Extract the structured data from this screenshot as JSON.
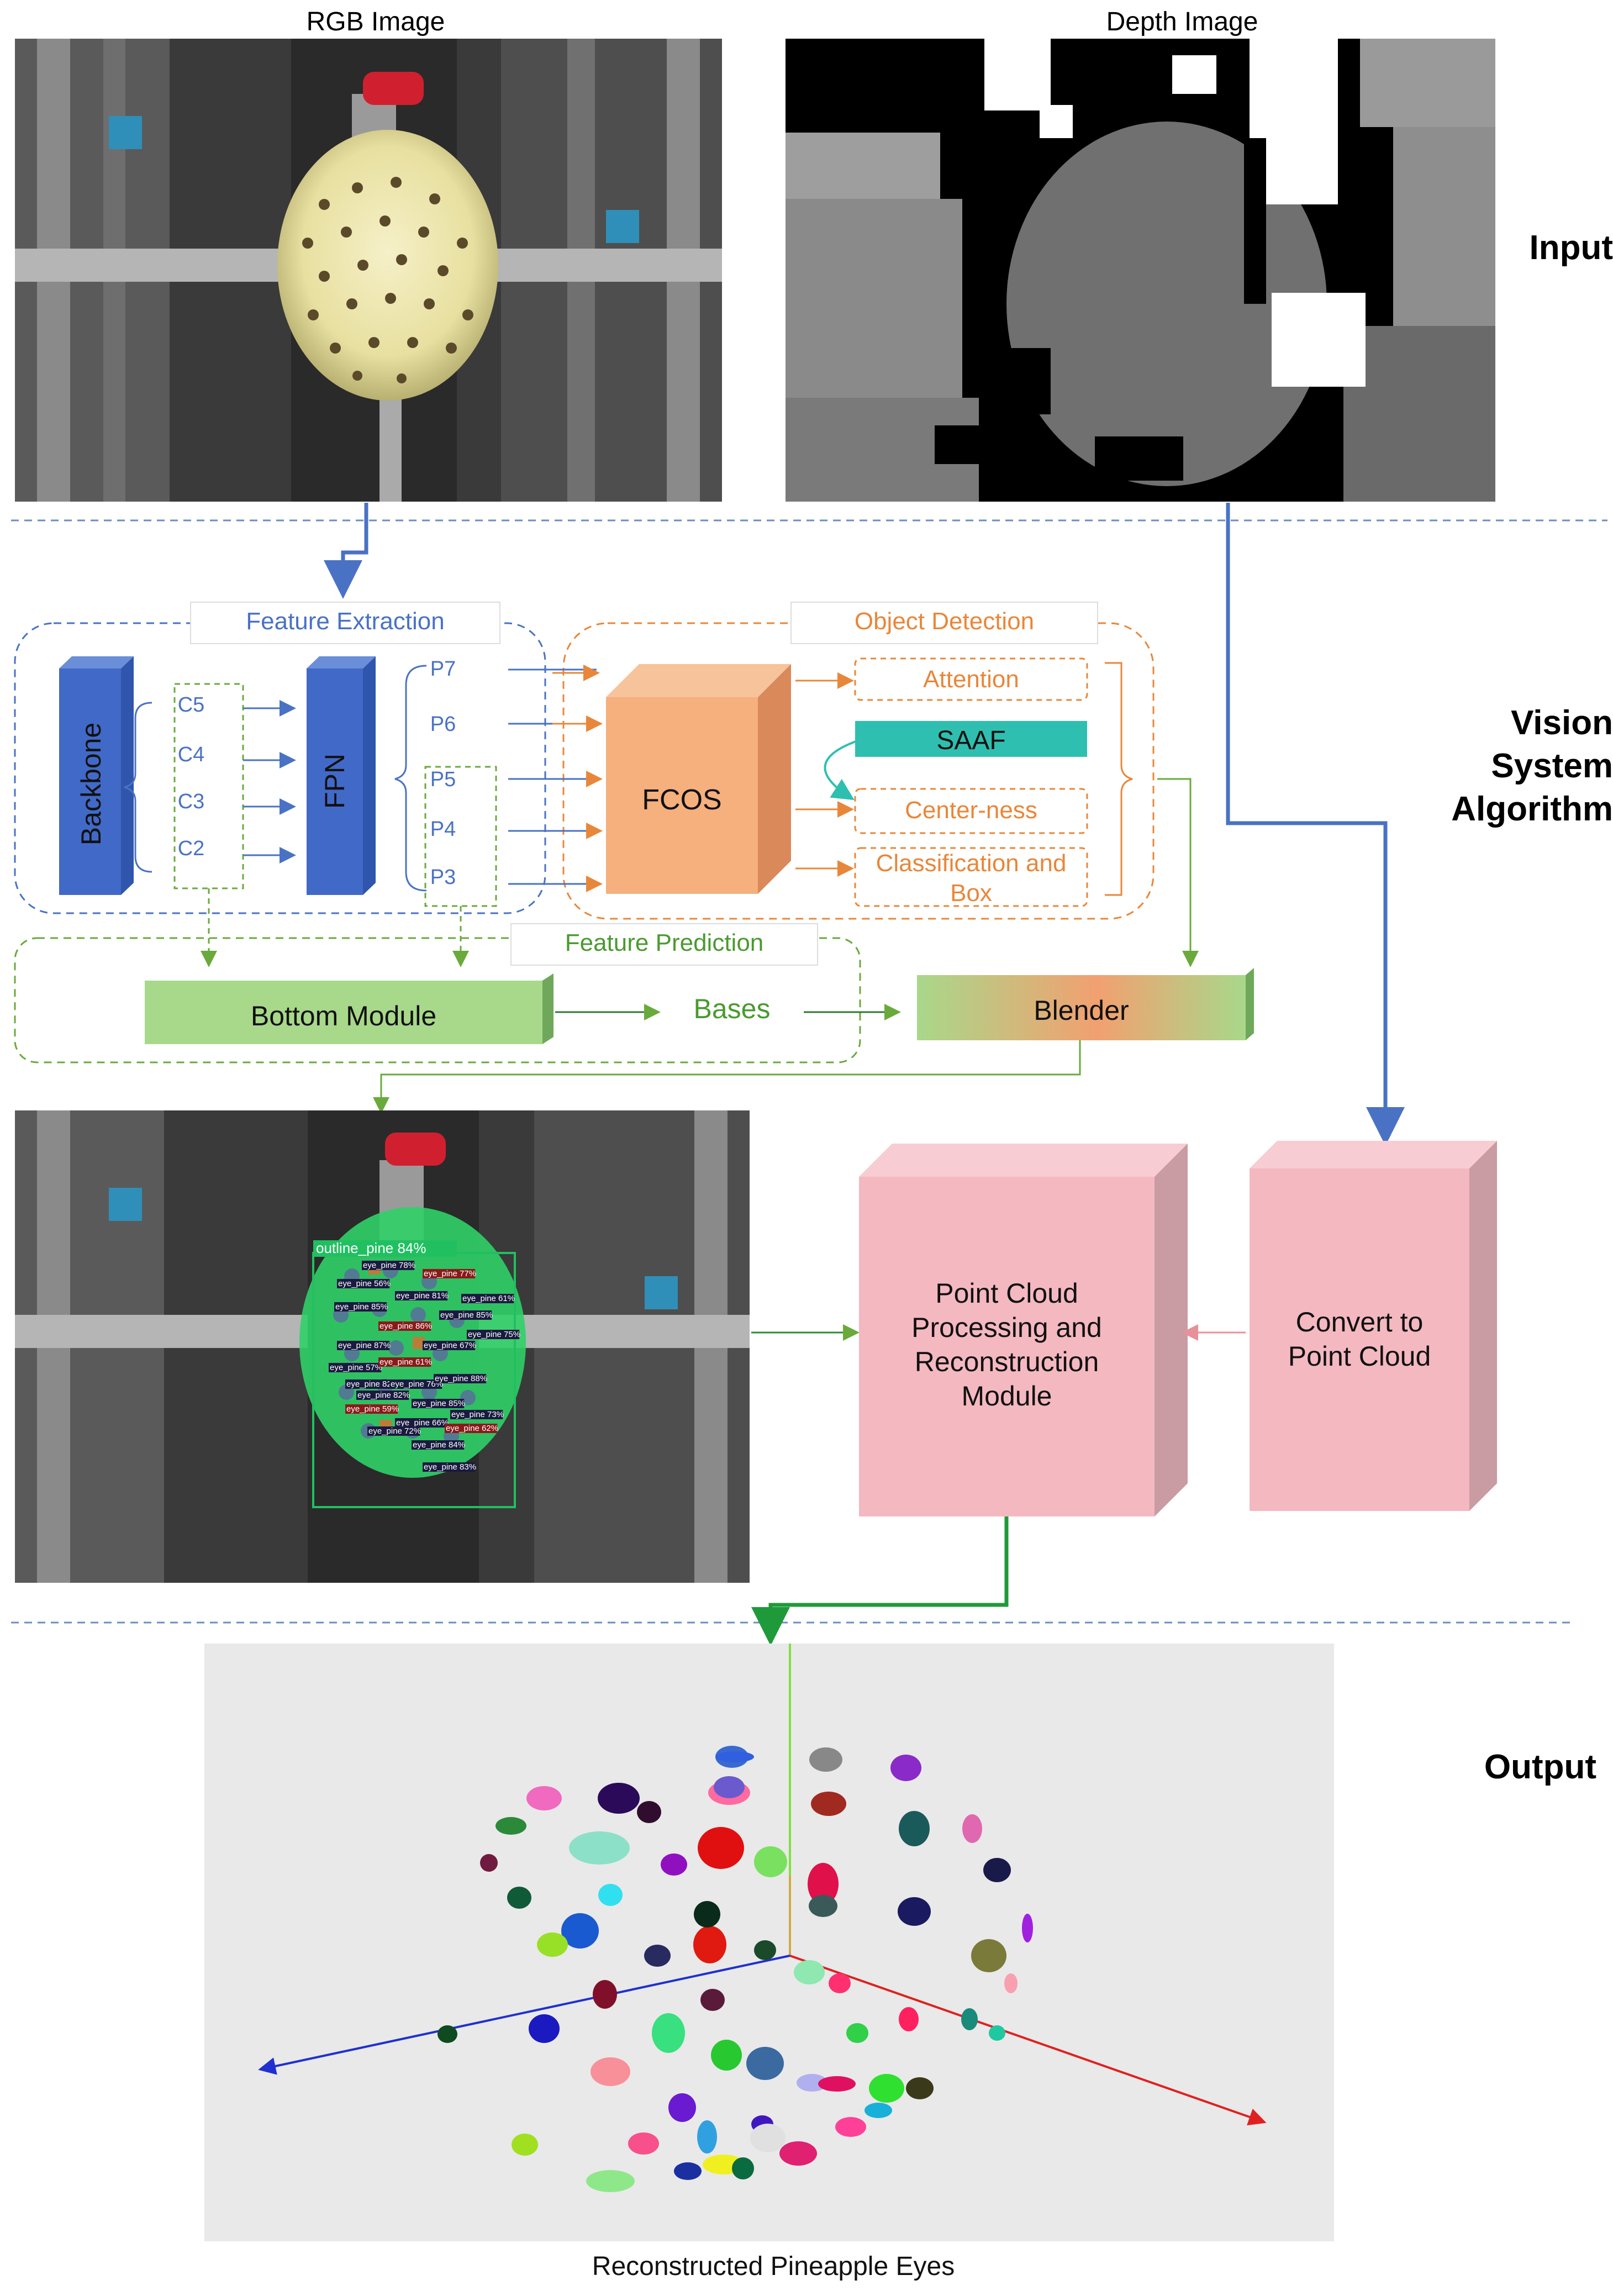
{
  "input": {
    "rgb_caption": "RGB Image",
    "depth_caption": "Depth Image",
    "section_label": "Input"
  },
  "algorithm": {
    "section_label_lines": [
      "Vision",
      "System",
      "Algorithm"
    ],
    "feature_extraction": {
      "title": "Feature Extraction",
      "backbone": "Backbone",
      "c_levels": [
        "C5",
        "C4",
        "C3",
        "C2"
      ],
      "fpn": "FPN",
      "p_levels": [
        "P7",
        "P6",
        "P5",
        "P4",
        "P3"
      ]
    },
    "object_detection": {
      "title": "Object Detection",
      "fcos": "FCOS",
      "attention": "Attention",
      "saaf": "SAAF",
      "centerness": "Center-ness",
      "class_box_line1": "Classification and",
      "class_box_line2": "Box"
    },
    "feature_prediction": {
      "title": "Feature Prediction",
      "bottom_module": "Bottom Module",
      "bases": "Bases",
      "blender": "Blender"
    },
    "detection": {
      "outline_label": "outline_pine 84%",
      "eye_labels": [
        "eye_pine 78%",
        "eye_pine 56%",
        "eye_pine 77%",
        "eye_pine 81%",
        "eye_pine 61%",
        "eye_pine 85%",
        "eye_pine 85%",
        "eye_pine 86%",
        "eye_pine 75%",
        "eye_pine 87%",
        "eye_pine 67%",
        "eye_pine 57%",
        "eye_pine 61%",
        "eye_pine 82%",
        "eye_pine 76%",
        "eye_pine 82%",
        "eye_pine 88%",
        "eye_pine 59%",
        "eye_pine 85%",
        "eye_pine 73%",
        "eye_pine 66%",
        "eye_pine 72%",
        "eye_pine 62%",
        "eye_pine 84%",
        "eye_pine 83%"
      ]
    },
    "point_cloud_module": [
      "Point Cloud",
      "Processing and",
      "Reconstruction",
      "Module"
    ],
    "convert_module": [
      "Convert to",
      "Point Cloud"
    ]
  },
  "output": {
    "section_label": "Output",
    "caption": "Reconstructed Pineapple Eyes"
  },
  "colors": {
    "blue_arrow": "#4a72c4",
    "orange": "#e8873a",
    "green": "#6aaa3c",
    "pink_box": "#f4b8c1",
    "fcos": "#f5b07e",
    "saaf": "#2fbfb0",
    "backbone": "#4169c8"
  }
}
